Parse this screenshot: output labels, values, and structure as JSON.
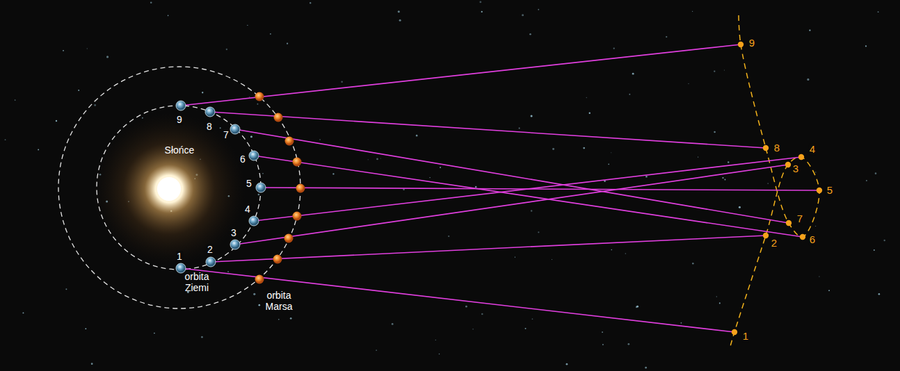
{
  "diagram": {
    "labels": [
      "1",
      "2",
      "3",
      "4",
      "5",
      "6",
      "7",
      "8",
      "9",
      "Słońce",
      "orbita Ziemi",
      "orbita Marsa",
      "1",
      "2",
      "3",
      "4",
      "5",
      "6",
      "7",
      "8",
      "9"
    ]
  }
}
